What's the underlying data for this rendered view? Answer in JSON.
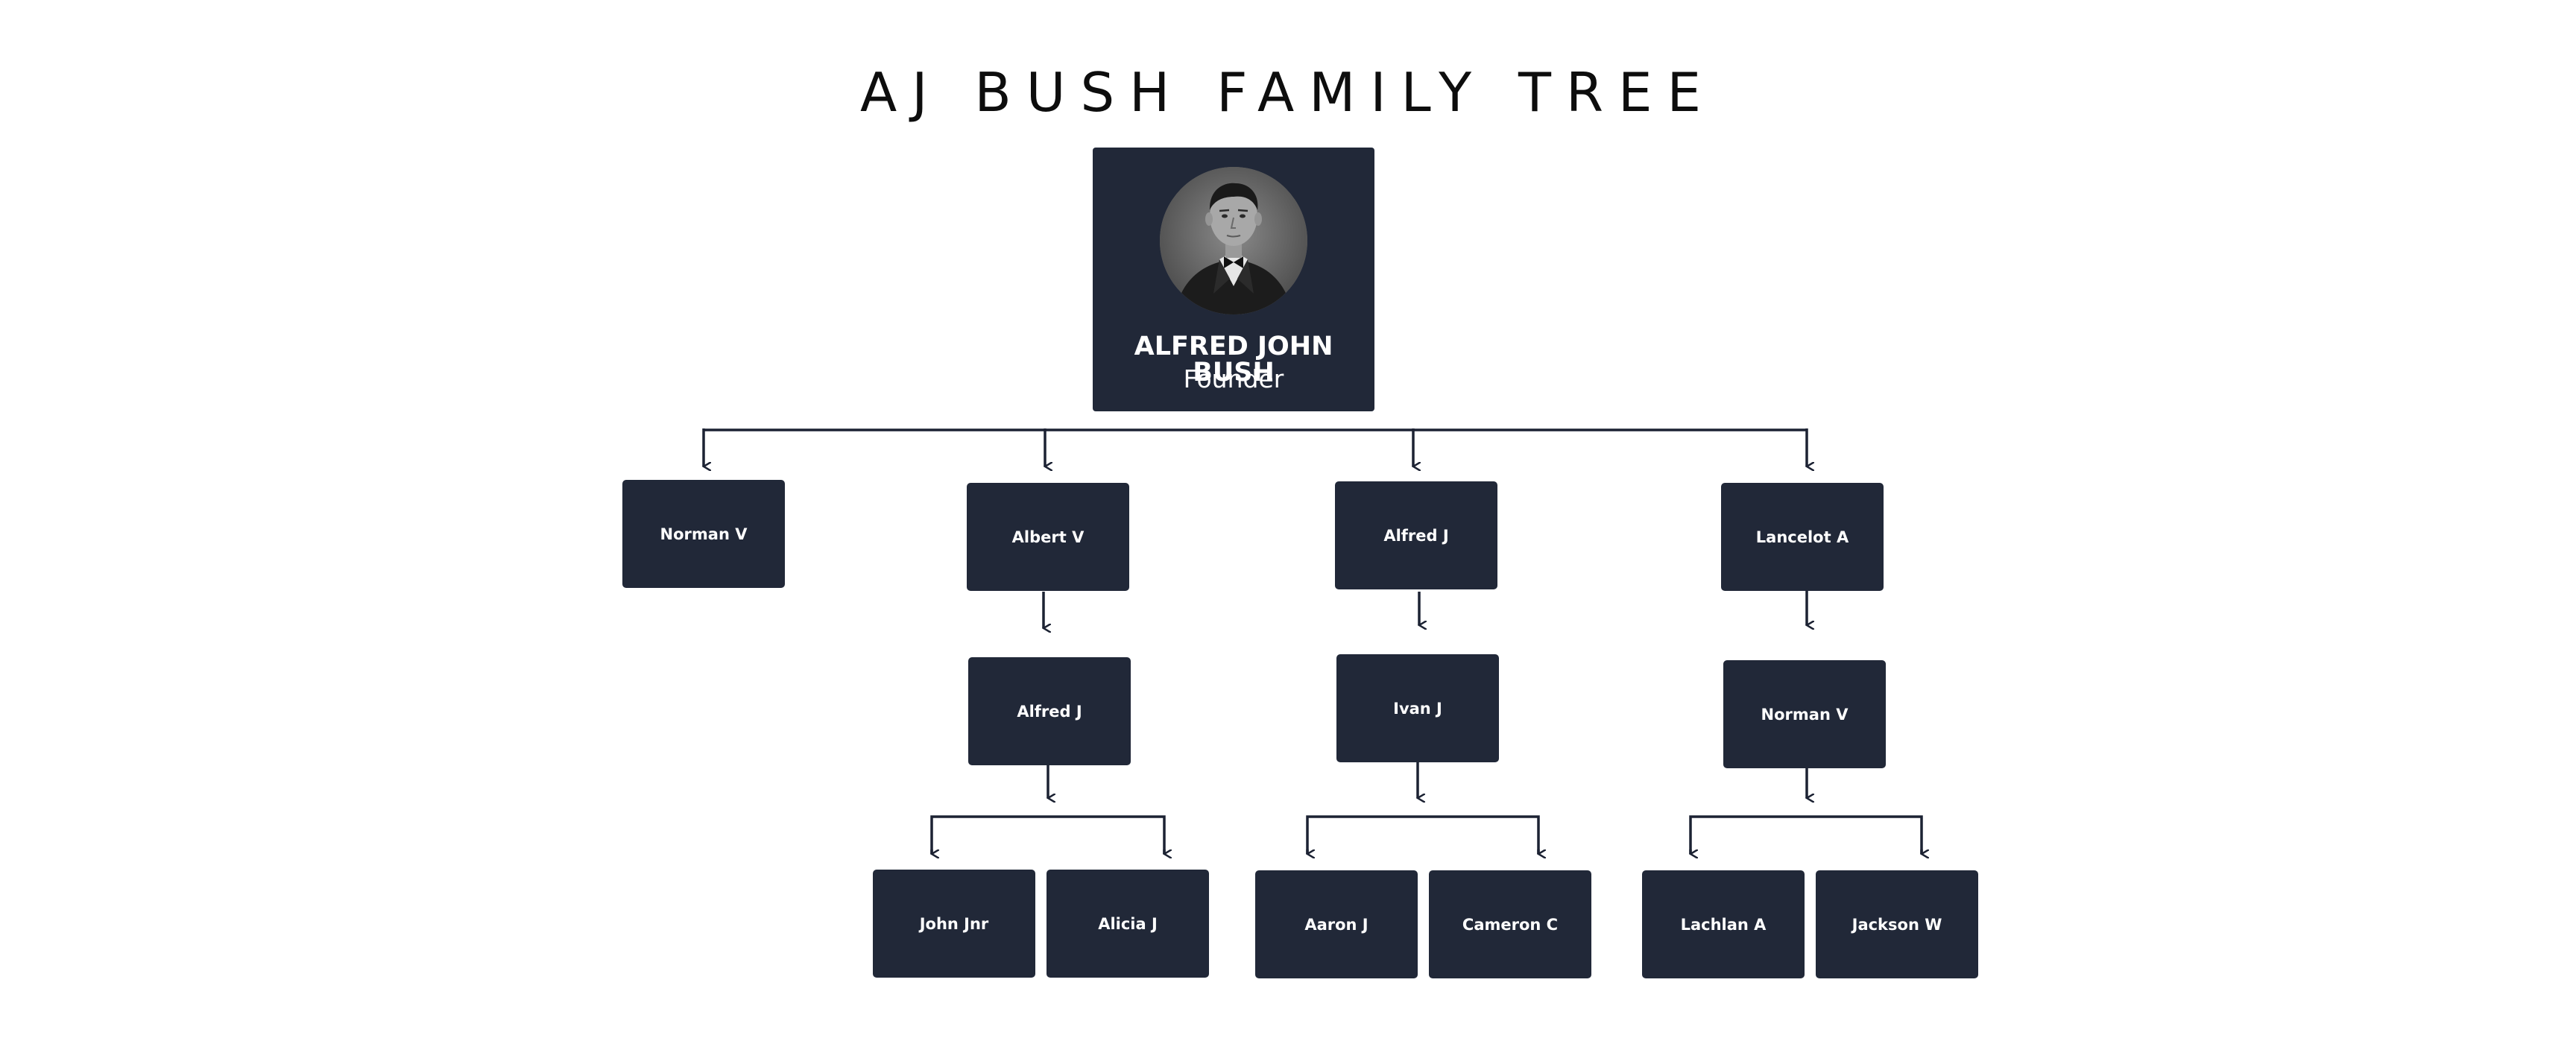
{
  "title": "AJ BUSH FAMILY TREE",
  "founder": {
    "name": "ALFRED JOHN BUSH",
    "role": "Founder",
    "portrait_icon": "portrait-photo-icon"
  },
  "colors": {
    "card": "#212838",
    "card_text": "#ffffff",
    "line": "#1c2233",
    "title": "#0d0d0d",
    "background": "#ffffff"
  },
  "members": {
    "norman_v_1": "Norman V",
    "albert_v": "Albert V",
    "alfred_j_1": "Alfred J",
    "lancelot_a": "Lancelot A",
    "alfred_j_2": "Alfred J",
    "ivan_j": "Ivan J",
    "norman_v_2": "Norman V",
    "john_jnr": "John Jnr",
    "alicia_j": "Alicia J",
    "aaron_j": "Aaron J",
    "cameron_c": "Cameron C",
    "lachlan_a": "Lachlan A",
    "jackson_w": "Jackson W"
  }
}
